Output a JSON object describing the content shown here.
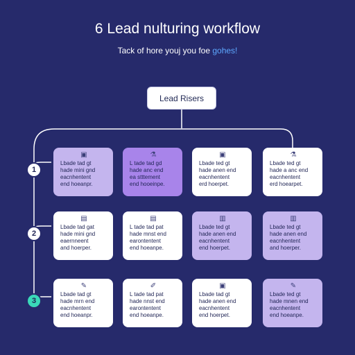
{
  "title": "6 Lead nulturing workflow",
  "subtitle": {
    "main": "Tack of hore youj you foe",
    "accent": "gohes!"
  },
  "root": {
    "label": "Lead Risers"
  },
  "steps": [
    "1",
    "2",
    "3"
  ],
  "rows": [
    [
      {
        "text": "Lbade tad gt\nhade mini gnd\neacnhentent\nend hoeanpr.",
        "icon": "image-icon",
        "glyph": "▣",
        "color": "lilac"
      },
      {
        "text": "L tade tad gd\nhade anc end\nea stttement\nend hooeinpe.",
        "icon": "flask-icon",
        "glyph": "⚗",
        "color": "violet"
      },
      {
        "text": "Lbade ted gt\nhade anen end\neacnhentent\nerd hoerpet.",
        "icon": "image-icon",
        "glyph": "▣",
        "color": "white"
      },
      {
        "text": "Lbade ted gt\nhade a anc end\neacnhentent\nerd hoearpet.",
        "icon": "flask-icon",
        "glyph": "⚗",
        "color": "white"
      }
    ],
    [
      {
        "text": "Lbade tad gat\nhade mini gnd\neaernneent\nand hoerper.",
        "icon": "gift-icon",
        "glyph": "▤",
        "color": "white"
      },
      {
        "text": "L tade tad pat\nhade mnst end\nearontentent\nend hoeanpe.",
        "icon": "gift-icon",
        "glyph": "▤",
        "color": "white"
      },
      {
        "text": "Lbade ted gt\nhade anen end\neacnhentent\nend hoerpet.",
        "icon": "document-icon",
        "glyph": "▥",
        "color": "lilac"
      },
      {
        "text": "Lbade ted gt\nhade anen end\neacnhentent\nand hoerper.",
        "icon": "document-icon",
        "glyph": "▥",
        "color": "lilac"
      }
    ],
    [
      {
        "text": "Lbade tad gt\nhade mrn end\neacnhentent\nend hoeanpr.",
        "icon": "leaf-icon",
        "glyph": "✎",
        "color": "white"
      },
      {
        "text": "L tade tad pat\nhade nnst end\nearontentent\nend hoeanpe.",
        "icon": "edit-icon",
        "glyph": "✐",
        "color": "white"
      },
      {
        "text": "Lbade tad gt\nhade anen end\neacnhentent\nend hoerpet.",
        "icon": "image-icon",
        "glyph": "▣",
        "color": "white"
      },
      {
        "text": "Lbade ted gt\nhade mnen end\neacnhentent\nend hoeanpe.",
        "icon": "leaf-icon",
        "glyph": "✎",
        "color": "lilac"
      }
    ]
  ]
}
